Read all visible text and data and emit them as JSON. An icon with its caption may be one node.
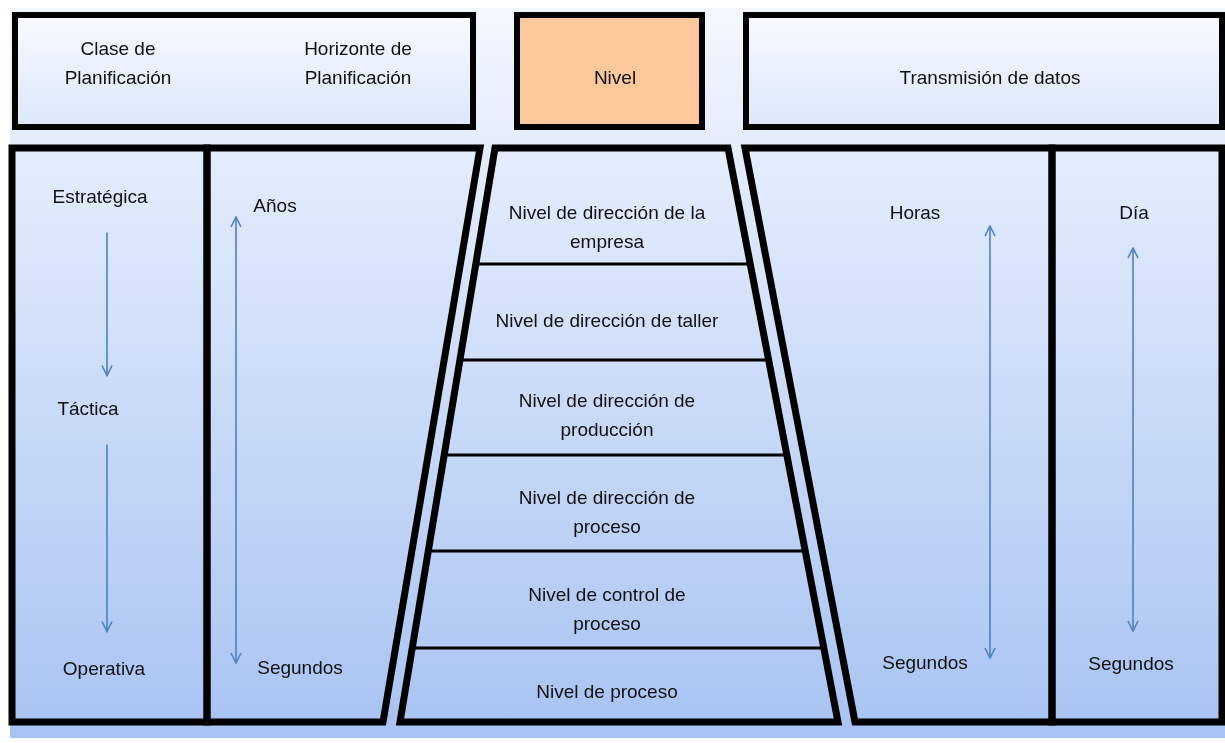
{
  "diagram": {
    "nodes": [
      {
        "text": [
          "Clase de Planificación",
          "Horizonte de Planificación"
        ]
      },
      {
        "text": [
          "Nivel"
        ]
      },
      {
        "text": [
          "Transmisión de datos"
        ]
      },
      {
        "text": [],
        "shape": "box"
      },
      {
        "text": [
          "Estratégica"
        ],
        "in": 3
      },
      {
        "text": [
          "Táctica"
        ],
        "in": 3
      },
      {
        "text": [
          "Operativa"
        ],
        "in": 3
      },
      {
        "text": [],
        "shape": "box"
      },
      {
        "text": [
          "Años"
        ],
        "in": 7
      },
      {
        "text": [
          "Segundos"
        ],
        "in": 7
      },
      {
        "text": [],
        "shape": "trapezoid"
      },
      {
        "text": [
          "Nivel de dirección de la empresa"
        ],
        "in": 10
      },
      {
        "text": [
          "Nivel de dirección de taller"
        ],
        "in": 10
      },
      {
        "text": [
          "Nivel de dirección de producción"
        ],
        "in": 10
      },
      {
        "text": [
          "Nivel de dirección de proceso"
        ],
        "in": 10
      },
      {
        "text": [
          "Nivel de control de proceso"
        ],
        "in": 10
      },
      {
        "text": [
          "Nivel de proceso"
        ],
        "in": 10
      },
      {
        "text": [],
        "shape": "box"
      },
      {
        "text": [
          "Horas"
        ],
        "in": 17
      },
      {
        "text": [
          "Segundos"
        ],
        "in": 17
      },
      {
        "text": [],
        "shape": "box"
      },
      {
        "text": [
          "Día"
        ],
        "in": 20
      },
      {
        "text": [
          "Segundos"
        ],
        "in": 20
      }
    ],
    "edges": [
      {
        "from": 4,
        "to": 5,
        "arrow": "to"
      },
      {
        "from": 5,
        "to": 6,
        "arrow": "to"
      },
      {
        "from": 8,
        "to": 9,
        "arrow": "both"
      },
      {
        "from": 18,
        "to": 19,
        "arrow": "both"
      },
      {
        "from": 21,
        "to": 22,
        "arrow": "both"
      }
    ]
  }
}
